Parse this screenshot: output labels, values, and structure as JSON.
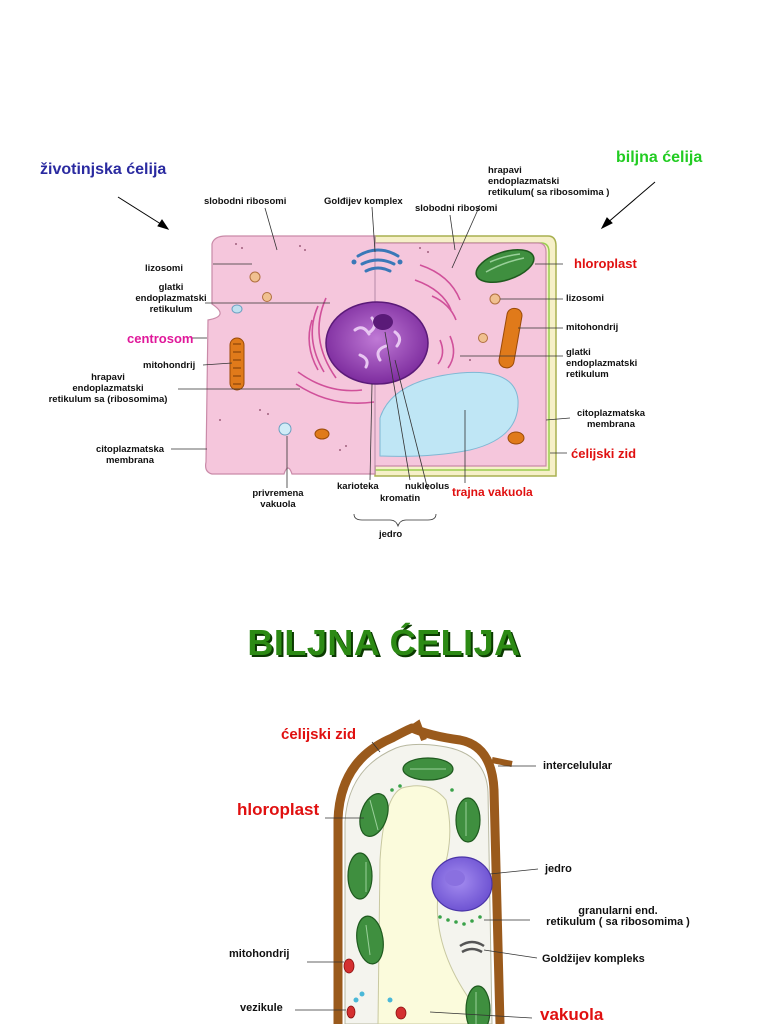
{
  "top_diagram": {
    "animal_heading": "životinjska ćelija",
    "plant_heading": "biljna ćelija",
    "labels": {
      "slobodni_ribosomi_left": "slobodni ribosomi",
      "goldijev_komplex": "Golđijev komplex",
      "hrapavi_er_top": "hrapavi\nendoplazmatski\nretikulum( sa ribosomima )",
      "slobodni_ribosomi_right": "slobodni ribosomi",
      "lizosomi_left": "lizosomi",
      "glatki_er_left": "glatki\nendoplazmatski\nretikulum",
      "centrosom": "centrosom",
      "mitohondrij_left": "mitohondrij",
      "hrapavi_er_left": "hrapavi\nendoplazmatski\nretikulum sa (ribosomima)",
      "citoplazmatska_membrana_left": "citoplazmatska\nmembrana",
      "privremena_vakuola": "privremena\nvakuola",
      "karioteka": "karioteka",
      "nukleolus": "nukleolus",
      "kromatin": "kromatin",
      "jedro": "jedro",
      "trajna_vakuola": "trajna vakuola",
      "hloroplast": "hloroplast",
      "lizosomi_right": "lizosomi",
      "mitohondrij_right": "mitohondrij",
      "glatki_er_right": "glatki\nendoplazmatski\nretikulum",
      "citoplazmatska_membrana_right": "citoplazmatska\nmembrana",
      "celijski_zid": "ćelijski zid"
    }
  },
  "title": "BILJNA ĆELIJA",
  "bottom_diagram": {
    "labels": {
      "celijski_zid": "ćelijski zid",
      "hloroplast": "hloroplast",
      "intercelulular": "intercelulular",
      "jedro": "jedro",
      "granularni_er": "granularni end.\nretikulum ( sa ribosomima )",
      "goldzijev_kompleks": "Goldžijev kompleks",
      "mitohondrij": "mitohondrij",
      "vezikule": "vezikule",
      "vakuola": "vakuola"
    }
  },
  "colors": {
    "animal_heading": "#2a2aa0",
    "plant_heading": "#22cc22",
    "red_label": "#e01010",
    "centrosom": "#e0189a",
    "title": "#2c8a14",
    "cytoplasm": "#f5c6dc",
    "nucleus": "#9a3fb8",
    "vacuole": "#bfe6f5",
    "chloroplast": "#3f8f3f",
    "mitochondrion": "#e07a1a",
    "cell_wall": "#9a5a1c"
  }
}
